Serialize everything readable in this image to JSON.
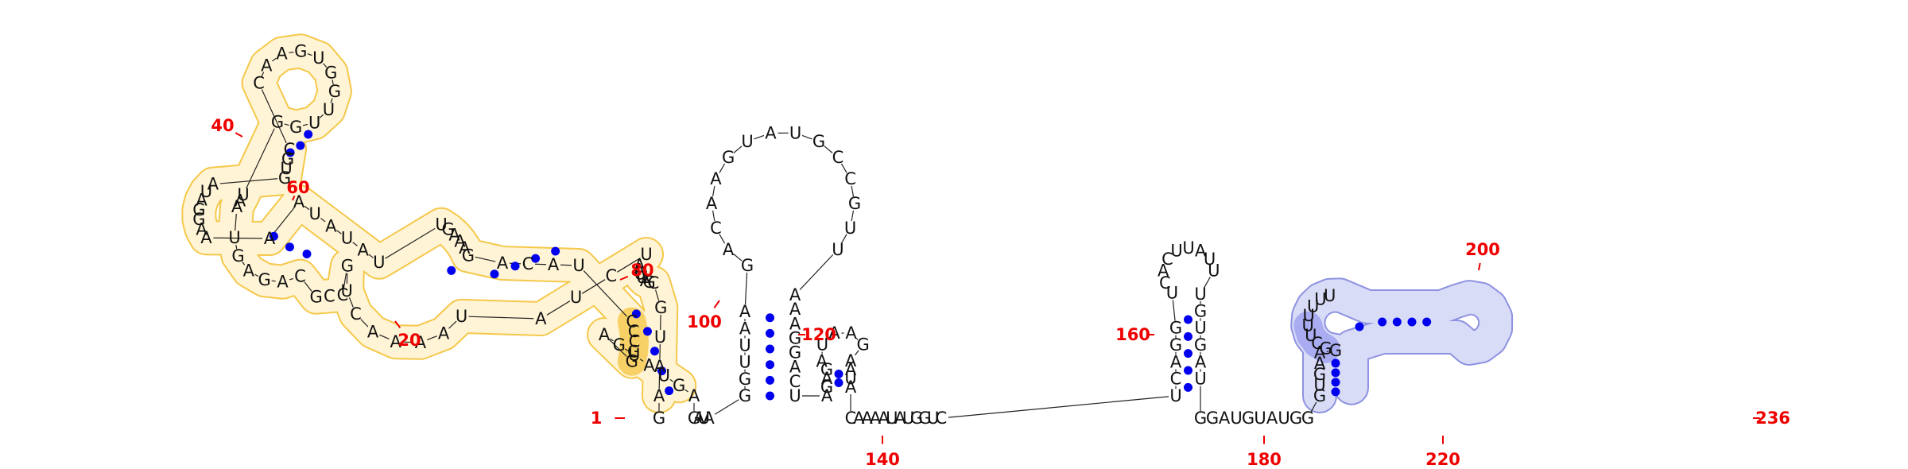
{
  "diagram": {
    "type": "rna-secondary-structure",
    "sequence": "GAAUGCGAUUAAUCUAUAAAACUGCCGCAGAGUAAUGGUUGGUGAACCGUGAUAGGAAAAUAUAUUGAAAGACAUCCCGGAGUAUGAGAUAGGUUAAGACAAGUAUGCCGUUAAAGGACUAGAGAUAAGAAUACAAAAUAUGGUCUCAGGUCACUUAUUUGUGAUGGAUGUAUGGGUGAAGGCUUUUUU",
    "position_labels": [
      {
        "text": "1"
      },
      {
        "text": "20"
      },
      {
        "text": "40"
      },
      {
        "text": "60"
      },
      {
        "text": "80"
      },
      {
        "text": "100"
      },
      {
        "text": "120"
      },
      {
        "text": "140"
      },
      {
        "text": "160"
      },
      {
        "text": "180"
      },
      {
        "text": "200"
      },
      {
        "text": "220"
      },
      {
        "text": "236"
      }
    ],
    "highlight_colors": {
      "yellow_fill": "#fff4d6",
      "yellow_stroke": "#f5c84a",
      "yellow_dark": "#f8d166",
      "blue_fill": "#d9dcf7",
      "blue_stroke": "#8e92e0",
      "blue_dark": "#a9acf0",
      "pair_dot": "#0000ee",
      "label_red": "#ee0000",
      "backbone": "#222222"
    }
  }
}
